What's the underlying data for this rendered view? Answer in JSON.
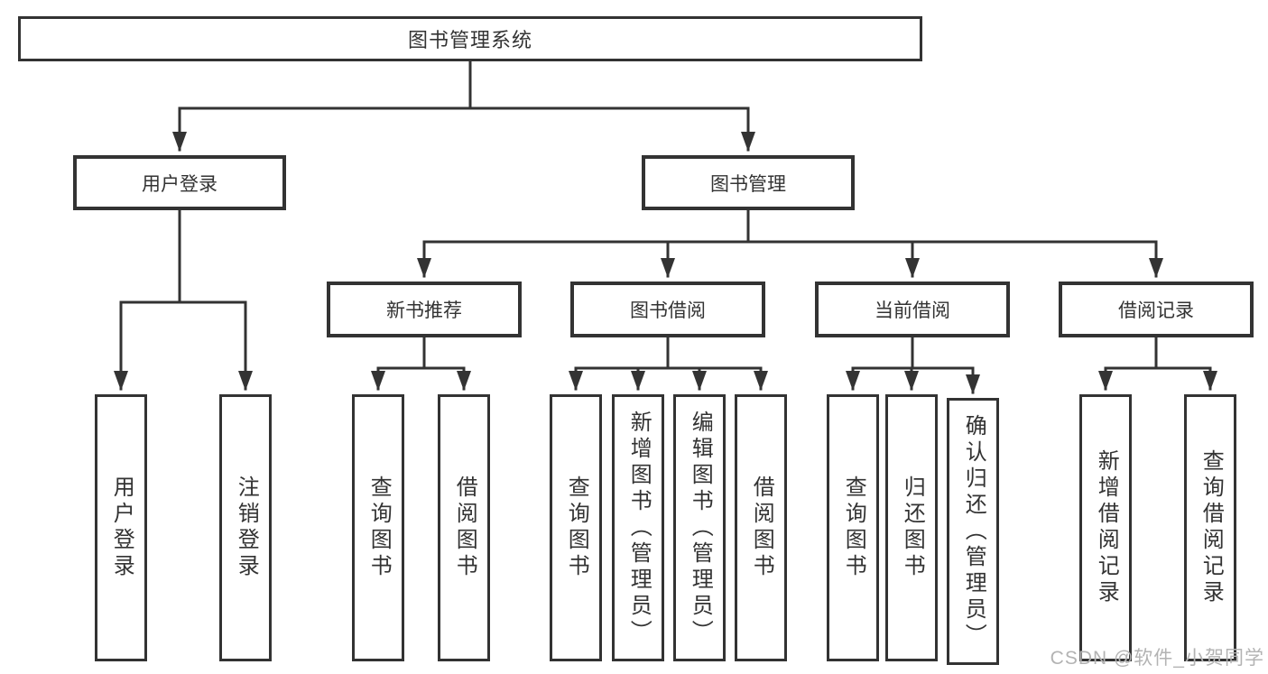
{
  "diagram": {
    "colors": {
      "line": "#333333",
      "box_border": "#333333",
      "text": "#333333",
      "background": "#ffffff",
      "watermark": "#b3b3b3"
    },
    "tree": {
      "label": "图书管理系统",
      "children": [
        {
          "label": "用户登录",
          "children": [
            {
              "label": "用户登录"
            },
            {
              "label": "注销登录"
            }
          ]
        },
        {
          "label": "图书管理",
          "children": [
            {
              "label": "新书推荐",
              "children": [
                {
                  "label": "查询图书"
                },
                {
                  "label": "借阅图书"
                }
              ]
            },
            {
              "label": "图书借阅",
              "children": [
                {
                  "label": "查询图书"
                },
                {
                  "label": "新增图书（管理员）"
                },
                {
                  "label": "编辑图书（管理员）"
                },
                {
                  "label": "借阅图书"
                }
              ]
            },
            {
              "label": "当前借阅",
              "children": [
                {
                  "label": "查询图书"
                },
                {
                  "label": "归还图书"
                },
                {
                  "label": "确认归还（管理员）"
                }
              ]
            },
            {
              "label": "借阅记录",
              "children": [
                {
                  "label": "新增借阅记录"
                },
                {
                  "label": "查询借阅记录"
                }
              ]
            }
          ]
        }
      ]
    },
    "watermark": "CSDN @软件_小贺同学"
  }
}
